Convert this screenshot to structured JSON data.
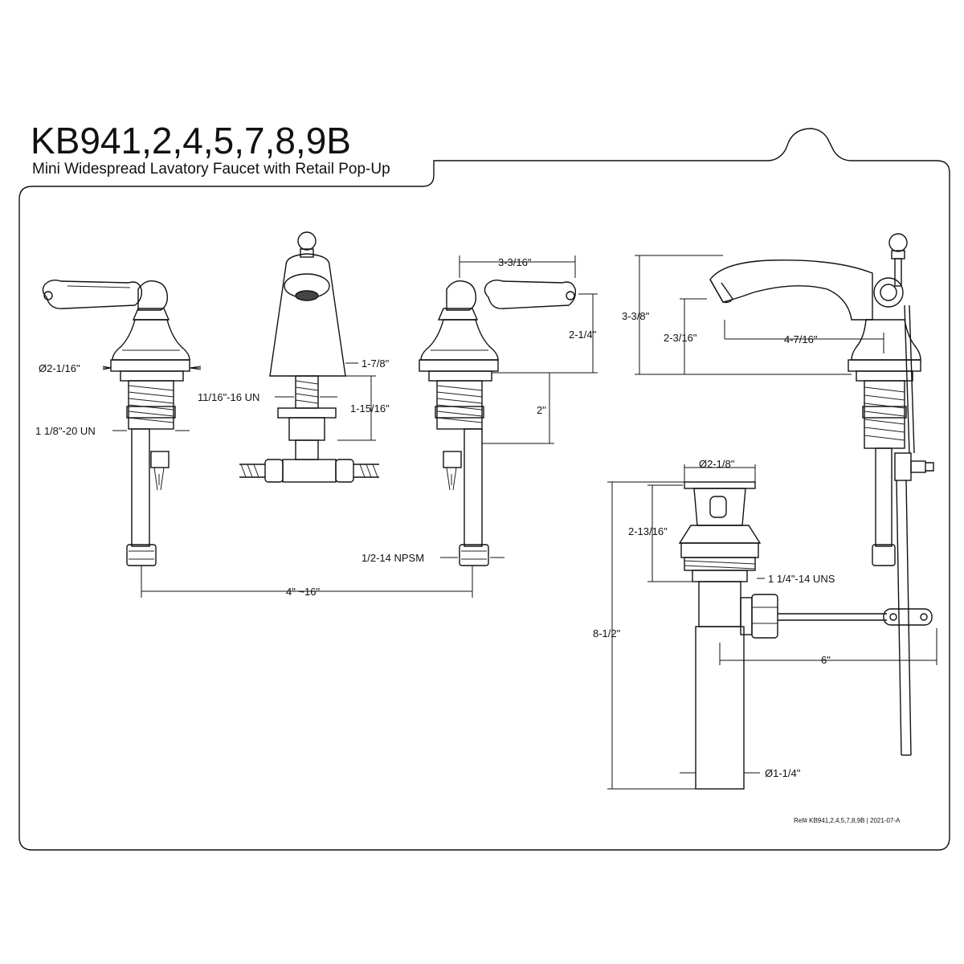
{
  "title": "KB941,2,4,5,7,8,9B",
  "subtitle": "Mini Widespread Lavatory Faucet with Retail Pop-Up",
  "dimensions": {
    "handle_diameter": "Ø2-1/16\"",
    "handle_thread": "1 1/8\"-20 UN",
    "spout_thread": "11/16\"-16 UN",
    "spout_base": "1-7/8\"",
    "spout_shank": "1-15/16\"",
    "handle_reach": "3-3/16\"",
    "handle_height": "2-1/4\"",
    "shank_length": "2\"",
    "inlet_thread": "1/2-14 NPSM",
    "spread": "4\" ~16\"",
    "overall_height": "3-3/8\"",
    "spout_clearance": "2-3/16\"",
    "spout_reach": "4-7/16\"",
    "drain_flange": "Ø2-1/8\"",
    "drain_body": "2-13/16\"",
    "drain_thread": "1 1/4\"-14 UNS",
    "drain_length": "8-1/2\"",
    "tailpiece": "Ø1-1/4\"",
    "rod_length": "6\""
  },
  "footer_ref": "Ref# KB941,2,4,5,7,8,9B | 2021-07-A"
}
